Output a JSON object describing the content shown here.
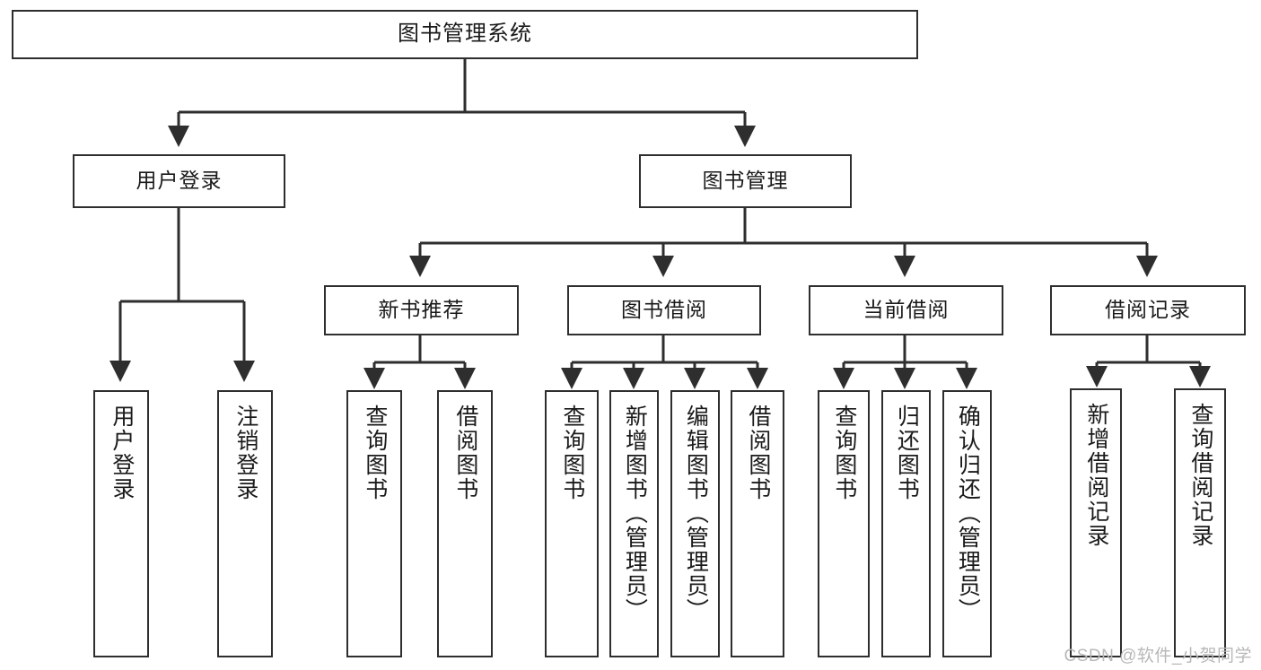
{
  "diagram": {
    "title": "图书管理系统",
    "type": "tree-hierarchy-chart",
    "watermark": "CSDN @软件_小贺同学",
    "colors": {
      "box_border": "#2e2e2e",
      "box_fill": "#ffffff",
      "edge": "#2e2e2e",
      "text": "#1a1a1a",
      "watermark": "#b8b8b8",
      "background": "#ffffff"
    },
    "nodes": {
      "root": {
        "label": "图书管理系统"
      },
      "level2": [
        {
          "id": "user-login",
          "label": "用户登录"
        },
        {
          "id": "book-manage",
          "label": "图书管理"
        }
      ],
      "level3": [
        {
          "id": "new-book-recommend",
          "label": "新书推荐"
        },
        {
          "id": "book-borrow",
          "label": "图书借阅"
        },
        {
          "id": "current-borrow",
          "label": "当前借阅"
        },
        {
          "id": "borrow-record",
          "label": "借阅记录"
        }
      ],
      "leaves": {
        "user_login": [
          {
            "id": "leaf-user-login",
            "label": "用户登录"
          },
          {
            "id": "leaf-logout-login",
            "label": "注销登录"
          }
        ],
        "new_book_recommend": [
          {
            "id": "leaf-query-book-1",
            "label": "查询图书"
          },
          {
            "id": "leaf-borrow-book-1",
            "label": "借阅图书"
          }
        ],
        "book_borrow": [
          {
            "id": "leaf-query-book-2",
            "label": "查询图书"
          },
          {
            "id": "leaf-add-book",
            "label": "新增图书（管理员）"
          },
          {
            "id": "leaf-edit-book",
            "label": "编辑图书（管理员）"
          },
          {
            "id": "leaf-borrow-book-2",
            "label": "借阅图书"
          }
        ],
        "current_borrow": [
          {
            "id": "leaf-query-book-3",
            "label": "查询图书"
          },
          {
            "id": "leaf-return-book",
            "label": "归还图书"
          },
          {
            "id": "leaf-confirm-return",
            "label": "确认归还（管理员）"
          }
        ],
        "borrow_record": [
          {
            "id": "leaf-add-record",
            "label": "新增借阅记录"
          },
          {
            "id": "leaf-query-record",
            "label": "查询借阅记录"
          }
        ]
      }
    }
  }
}
